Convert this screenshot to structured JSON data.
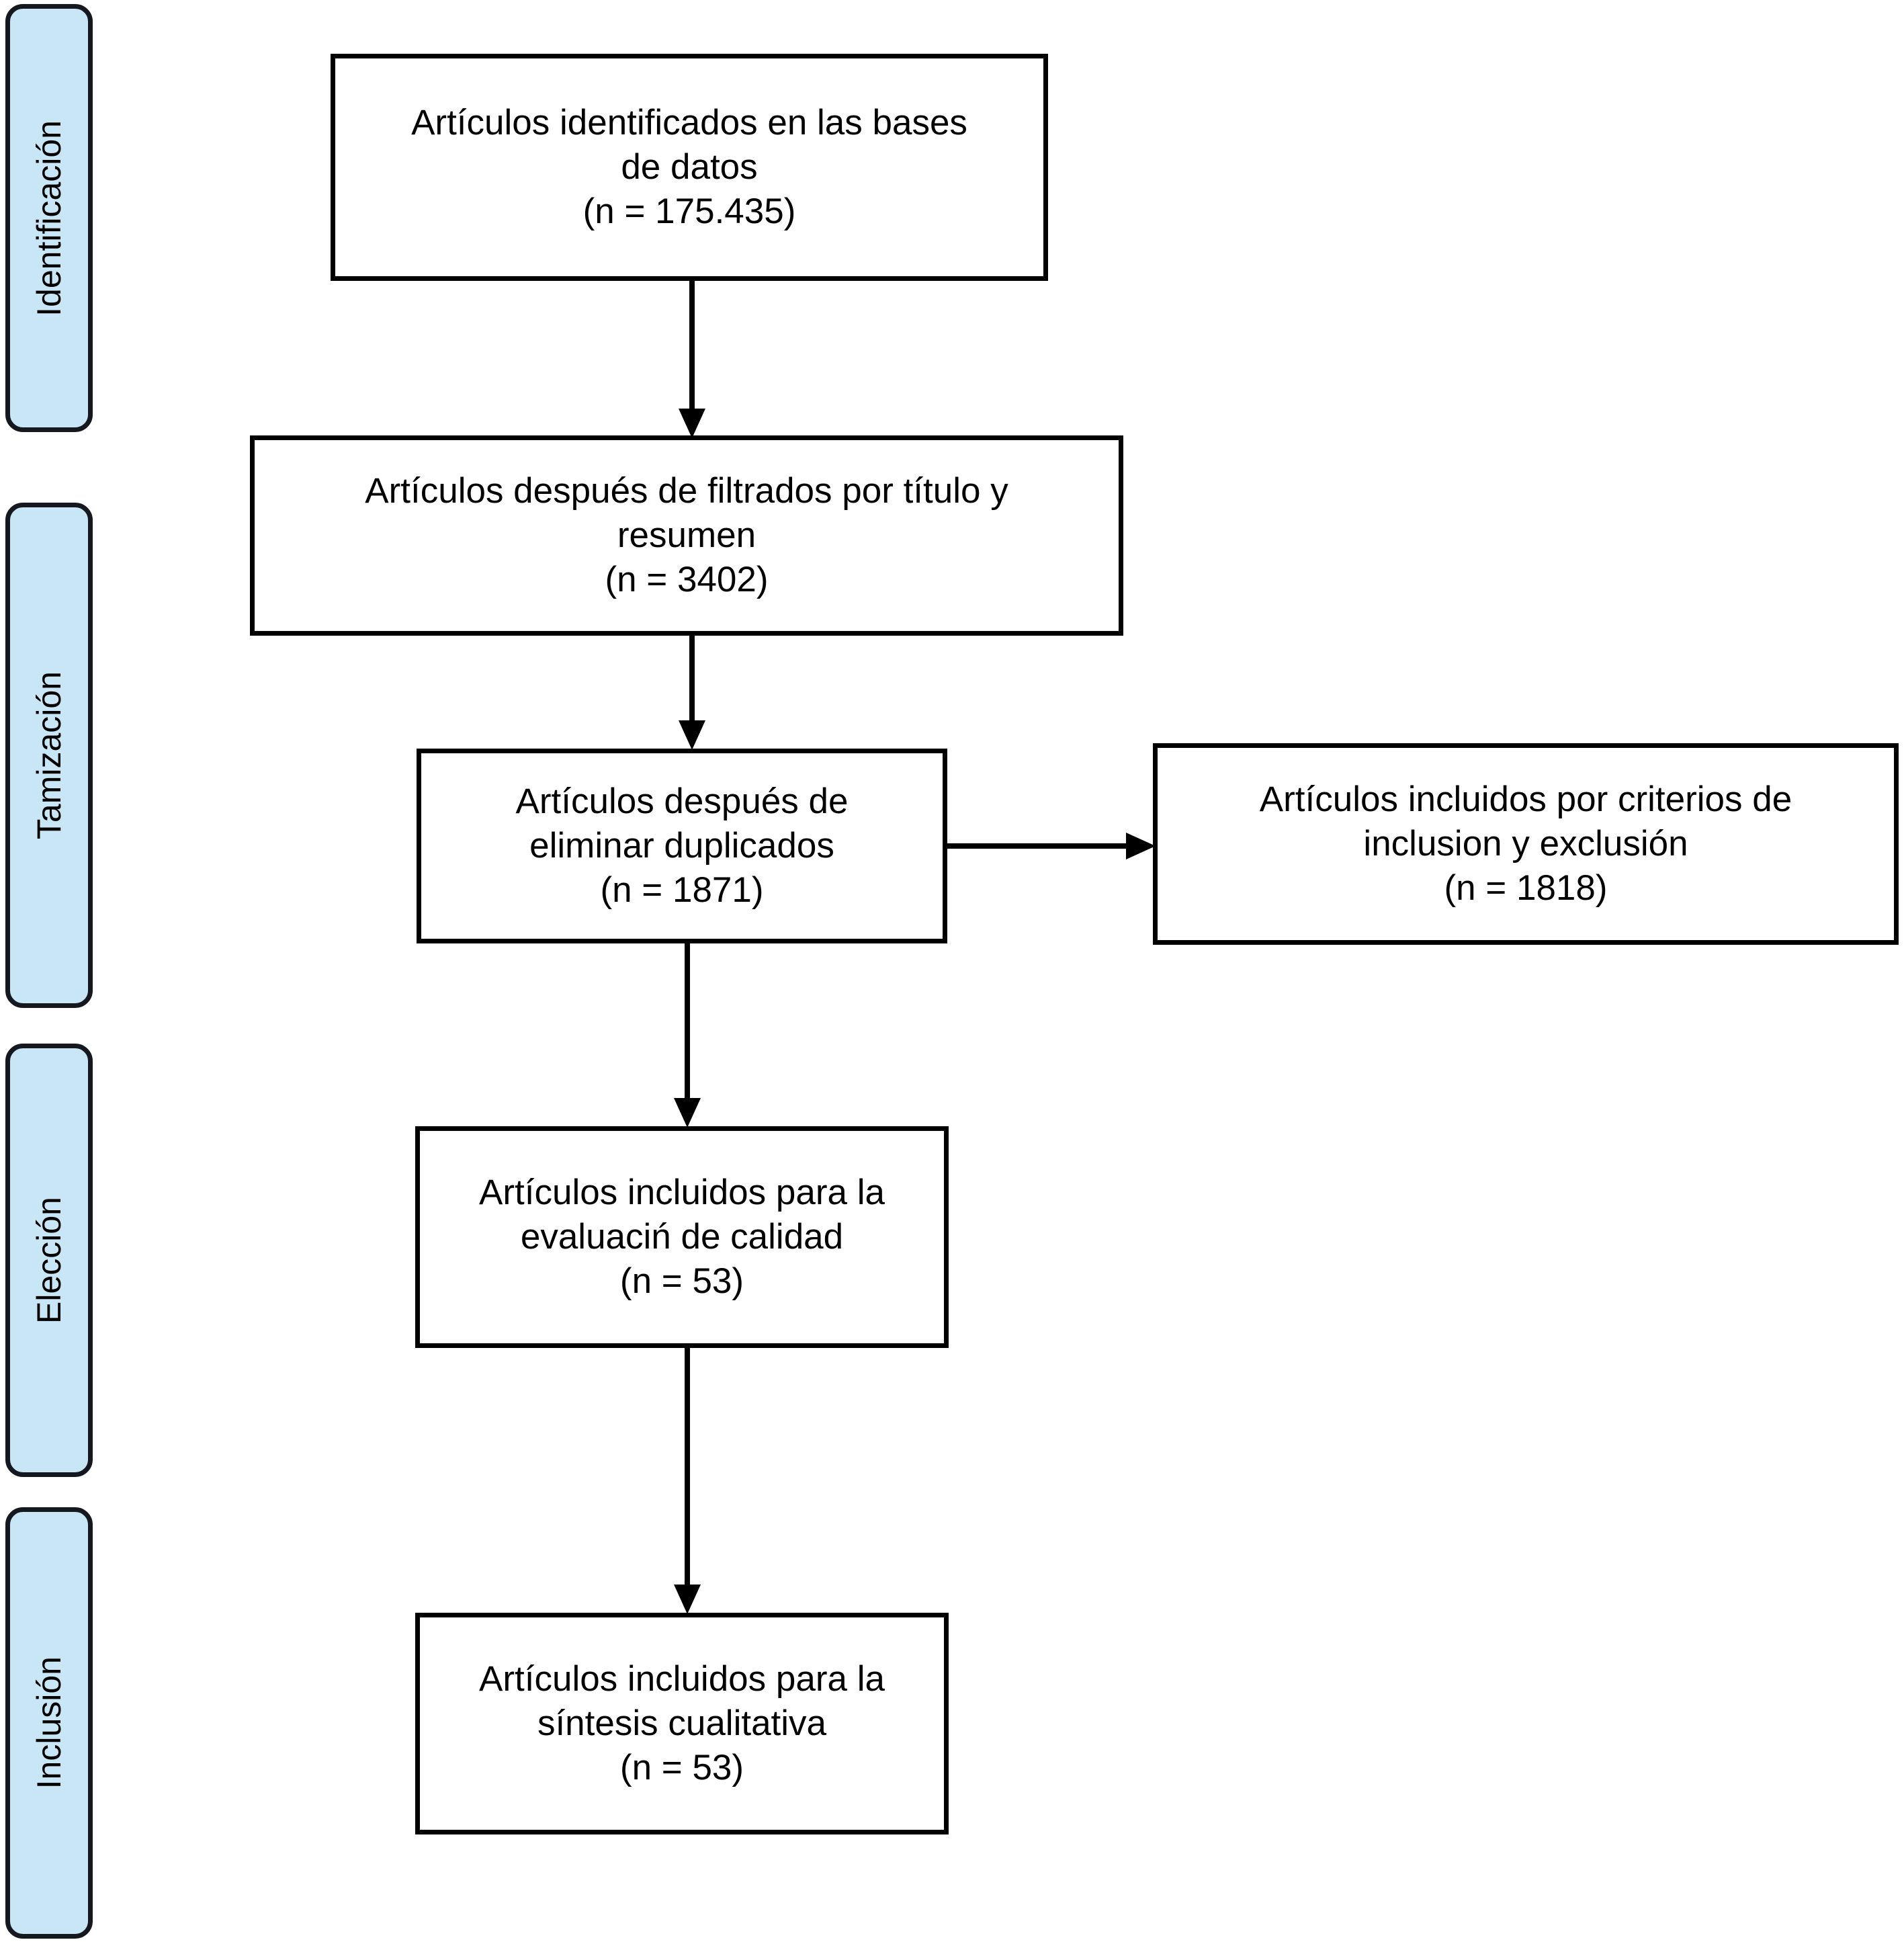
{
  "diagram": {
    "type": "prisma-flow-diagram",
    "language": "es",
    "accent_color": "#c8e6f5",
    "border_color": "#000000",
    "background_color": "#ffffff",
    "phases": [
      {
        "id": "identificacion",
        "label": "Identificación"
      },
      {
        "id": "tamizacion",
        "label": "Tamización"
      },
      {
        "id": "eleccion",
        "label": "Elección"
      },
      {
        "id": "inclusion",
        "label": "Inclusión"
      }
    ],
    "boxes": [
      {
        "id": "identificados",
        "phase": "identificacion",
        "text": "Artículos identificados en las bases\nde datos\n(n = 175.435)",
        "n_label": "(n = 175.435)",
        "n_value": 175435
      },
      {
        "id": "filtrados-titulo-resumen",
        "phase": "tamizacion",
        "text": "Artículos después de filtrados por título y\nresumen\n(n = 3402)",
        "n_label": "(n = 3402)",
        "n_value": 3402
      },
      {
        "id": "sin-duplicados",
        "phase": "tamizacion",
        "text": "Artículos después de\neliminar duplicados\n(n = 1871)",
        "n_label": "(n = 1871)",
        "n_value": 1871
      },
      {
        "id": "criterios-inclusion-exclusion",
        "phase": "tamizacion",
        "text": "Artículos incluidos por criterios de\ninclusion y exclusión\n(n = 1818)",
        "n_label": "(n = 1818)",
        "n_value": 1818
      },
      {
        "id": "evaluacion-calidad",
        "phase": "eleccion",
        "text": "Artículos incluidos para la\nevaluaciń de calidad\n(n = 53)",
        "n_label": "(n = 53)",
        "n_value": 53
      },
      {
        "id": "sintesis-cualitativa",
        "phase": "inclusion",
        "text": "Artículos incluidos para la\nsíntesis cualitativa\n(n = 53)",
        "n_label": "(n = 53)",
        "n_value": 53
      }
    ],
    "connectors": [
      {
        "id": "identificados-to-filtrados",
        "from": "identificados",
        "to": "filtrados-titulo-resumen",
        "direction": "down"
      },
      {
        "id": "filtrados-to-sin-duplicados",
        "from": "filtrados-titulo-resumen",
        "to": "sin-duplicados",
        "direction": "down"
      },
      {
        "id": "sin-duplicados-to-criterios",
        "from": "sin-duplicados",
        "to": "criterios-inclusion-exclusion",
        "direction": "right"
      },
      {
        "id": "sin-duplicados-to-evaluacion",
        "from": "sin-duplicados",
        "to": "evaluacion-calidad",
        "direction": "down"
      },
      {
        "id": "evaluacion-to-sintesis",
        "from": "evaluacion-calidad",
        "to": "sintesis-cualitativa",
        "direction": "down"
      }
    ]
  }
}
